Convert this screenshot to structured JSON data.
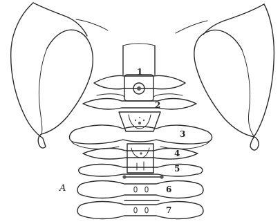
{
  "figure": {
    "labels": [
      {
        "key": "l1",
        "text": "1"
      },
      {
        "key": "l2",
        "text": "2"
      },
      {
        "key": "l3",
        "text": "3"
      },
      {
        "key": "l4",
        "text": "4"
      },
      {
        "key": "l5",
        "text": "5"
      },
      {
        "key": "l6",
        "text": "6"
      },
      {
        "key": "l7",
        "text": "7"
      },
      {
        "key": "lA",
        "text": "A"
      }
    ],
    "ink_color": "#2a2a2a",
    "paper_color": "#ffffff"
  }
}
